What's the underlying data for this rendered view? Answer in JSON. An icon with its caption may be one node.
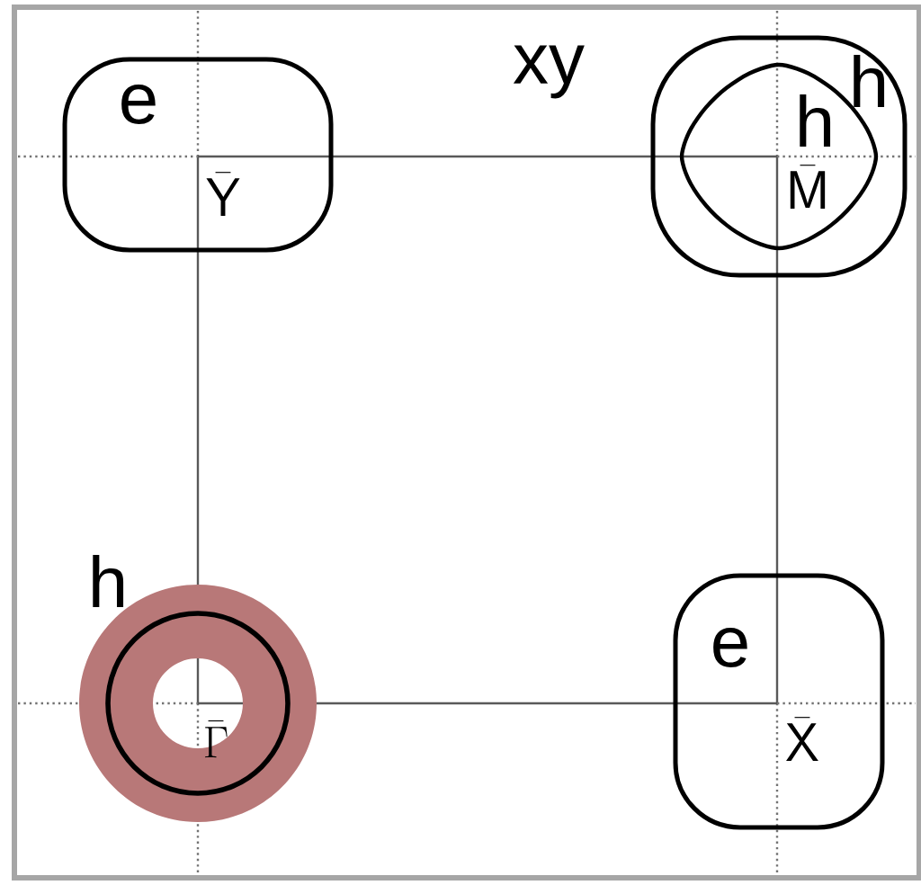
{
  "diagram": {
    "nodes": [
      {
        "text": [
          "e"
        ]
      },
      {
        "text": [
          "h"
        ]
      },
      {
        "text": [
          "h"
        ],
        "in": 1
      },
      {
        "text": [
          "h"
        ]
      },
      {
        "text": [
          "e"
        ]
      }
    ],
    "labels": [
      "xy",
      "\\bar{\\mathsf{Y}}",
      "\\bar{\\mathsf{M}}",
      "\\bar{\\Gamma}",
      "\\bar{\\mathsf{X}}"
    ]
  }
}
